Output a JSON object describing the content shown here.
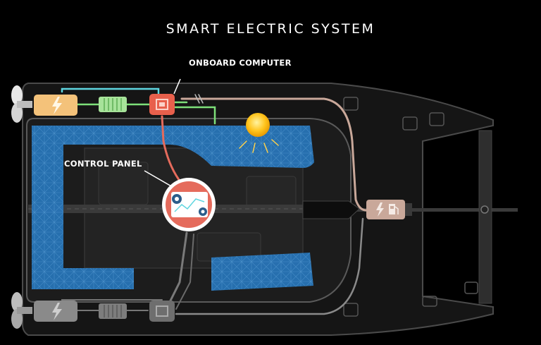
{
  "title": "SMART ELECTRIC SYSTEM",
  "labels": {
    "onboard_computer": "ONBOARD COMPUTER",
    "control_panel": "CONTROL PANEL"
  },
  "colors": {
    "background": "#000000",
    "hull": "#3a3a3a",
    "solar": "#2b7bbf",
    "onboard_computer": "#e8604c",
    "engine_active": "#f4c27a",
    "battery_active": "#a7e39a",
    "cable_cyan": "#5fd6e0",
    "cable_green": "#7ee07a",
    "cable_red": "#e56b5c",
    "cable_tan": "#c9a89a",
    "sun": "#ffc21a"
  },
  "icons": [
    "propeller-icon",
    "lightning-icon",
    "battery-icon",
    "chip-icon",
    "gear-icon",
    "fuel-pump-icon",
    "sun-icon"
  ]
}
